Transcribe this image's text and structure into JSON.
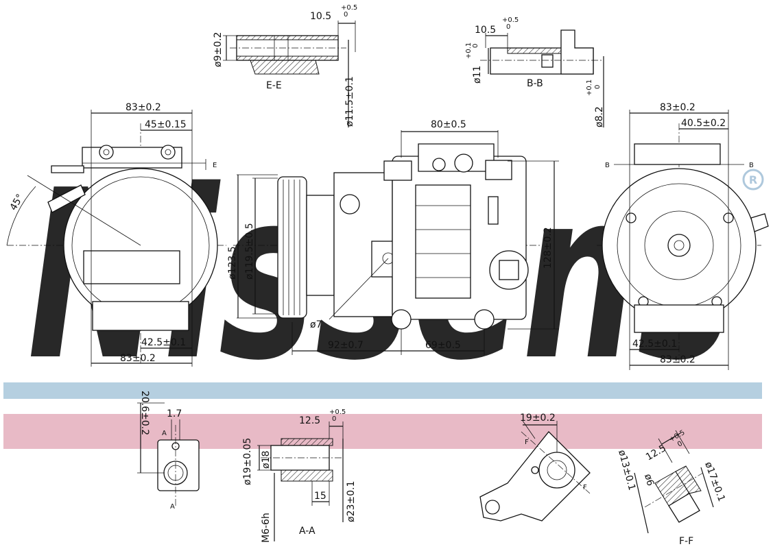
{
  "watermark": {
    "text": "Nissens",
    "registered": "®",
    "color": "#aec8dc"
  },
  "bands": {
    "blue": "#b5cfe0",
    "pink": "#e8bac6"
  },
  "sections": {
    "ee": "E-E",
    "bb": "B-B",
    "aa": "A-A",
    "ff": "F-F"
  },
  "markers": {
    "e": "E",
    "b1": "B",
    "b2": "B",
    "a1": "A",
    "a2": "A",
    "f1": "F",
    "f2": "F"
  },
  "dims": {
    "ee_len": "10.5",
    "ee_tol": "+0.5",
    "ee_tol0": "0",
    "ee_dia": "ø9±0.2",
    "ee_dia2": "ø11.5±0.1",
    "bb_len": "10.5",
    "bb_tol": "+0.5",
    "bb_tol0": "0",
    "bb_dia": "ø11",
    "bb_dtol": "+0.1",
    "bb_dtol0": "0",
    "bb_dia2": "ø8.2",
    "bb_d2tol": "+0.1",
    "bb_d2tol0": "0",
    "left_w": "83±0.2",
    "left_w2": "45±0.15",
    "angle": "45°",
    "left_bot1": "42.5±0.1",
    "left_bot2": "83±0.2",
    "side_top": "80±0.5",
    "pulley_d1": "ø123.5",
    "pulley_d2": "ø119.5±0.5",
    "side_h": "128±0.2",
    "hole": "ø7",
    "side_b1": "92±0.7",
    "side_b2": "69±0.5",
    "right_w": "83±0.2",
    "right_w2": "40.5±0.2",
    "right_b1": "42.5±0.1",
    "right_b2": "83±0.2",
    "a_h": "20.6±0.2",
    "a_w": "1.7",
    "aa_len": "12.5",
    "aa_tol": "+0.5",
    "aa_tol0": "0",
    "aa_d1": "ø19±0.05",
    "aa_d2": "ø18",
    "aa_15": "15",
    "aa_d3": "ø23±0.1",
    "aa_thr": "M6-6h",
    "f_w": "19±0.2",
    "ff_len": "12.5",
    "ff_tol": "+0.5",
    "ff_tol0": "0",
    "ff_d1": "ø13±0.1",
    "ff_d2": "ø6",
    "ff_d3": "ø17±0.1"
  }
}
